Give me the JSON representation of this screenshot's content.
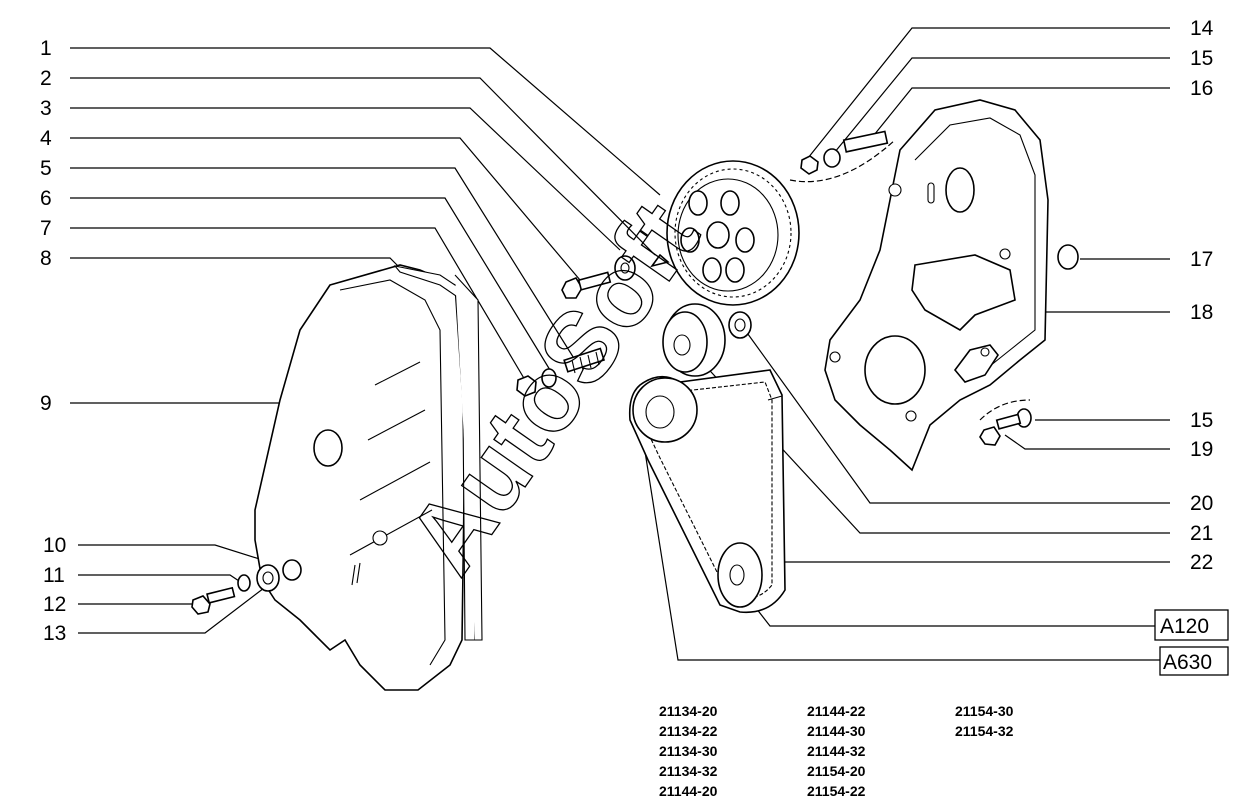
{
  "callouts": {
    "c1": "1",
    "c2": "2",
    "c3": "3",
    "c4": "4",
    "c5": "5",
    "c6": "6",
    "c7": "7",
    "c8": "8",
    "c9": "9",
    "c10": "10",
    "c11": "11",
    "c12": "12",
    "c13": "13",
    "c14": "14",
    "c15a": "15",
    "c16": "16",
    "c17": "17",
    "c18": "18",
    "c15b": "15",
    "c19": "19",
    "c20": "20",
    "c21": "21",
    "c22": "22"
  },
  "boxed_callouts": {
    "a120": "A120",
    "a630": "A630"
  },
  "watermark": "AutoSoft",
  "model_codes": {
    "col1": [
      "21134-20",
      "21134-22",
      "21134-30",
      "21134-32",
      "21144-20"
    ],
    "col2": [
      "21144-22",
      "21144-30",
      "21144-32",
      "21154-20",
      "21154-22"
    ],
    "col3": [
      "21154-30",
      "21154-32"
    ]
  }
}
